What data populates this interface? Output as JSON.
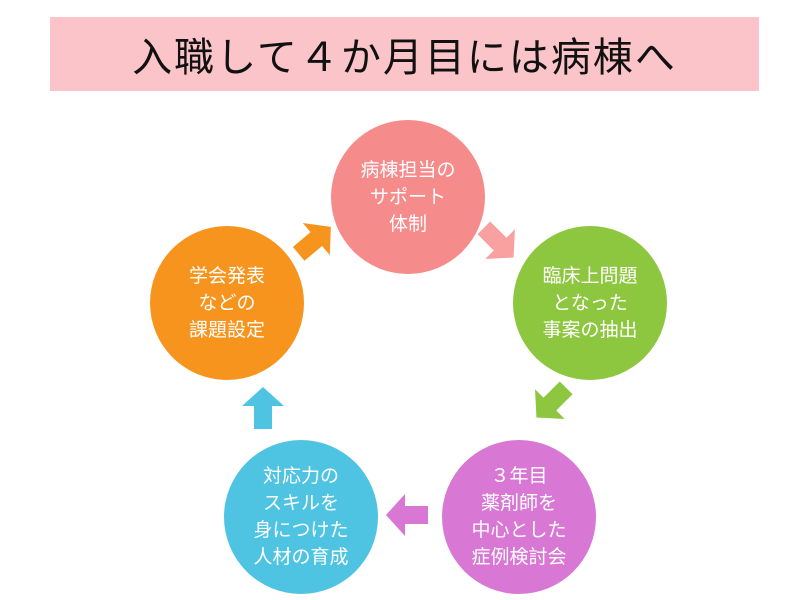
{
  "title": "入職して４か月目には病棟へ",
  "colors": {
    "title_bg": "#fbc4c9",
    "node_top": "#f68b8b",
    "node_right": "#8dc63f",
    "node_bottom": "#d878d4",
    "node_left": "#4fc4e2",
    "node_upleft": "#f7941e",
    "arrow_top_right": "#f9a0a0",
    "arrow_right_bottom": "#8dc63f",
    "arrow_bottom_left": "#d878d4",
    "arrow_left_upleft": "#4fc4e2",
    "arrow_upleft_top": "#f7941e"
  },
  "nodes": {
    "top": "病棟担当の\nサポート\n体制",
    "right": "臨床上問題\nとなった\n事案の抽出",
    "bottom": "３年目\n薬剤師を\n中心とした\n症例検討会",
    "left": "対応力の\nスキルを\n身につけた\n人材の育成",
    "upleft": "学会発表\nなどの\n課題設定"
  },
  "arrow_icons": [
    "arrow-right-down-icon",
    "arrow-down-left-icon",
    "arrow-left-icon",
    "arrow-up-icon",
    "arrow-up-right-icon"
  ]
}
